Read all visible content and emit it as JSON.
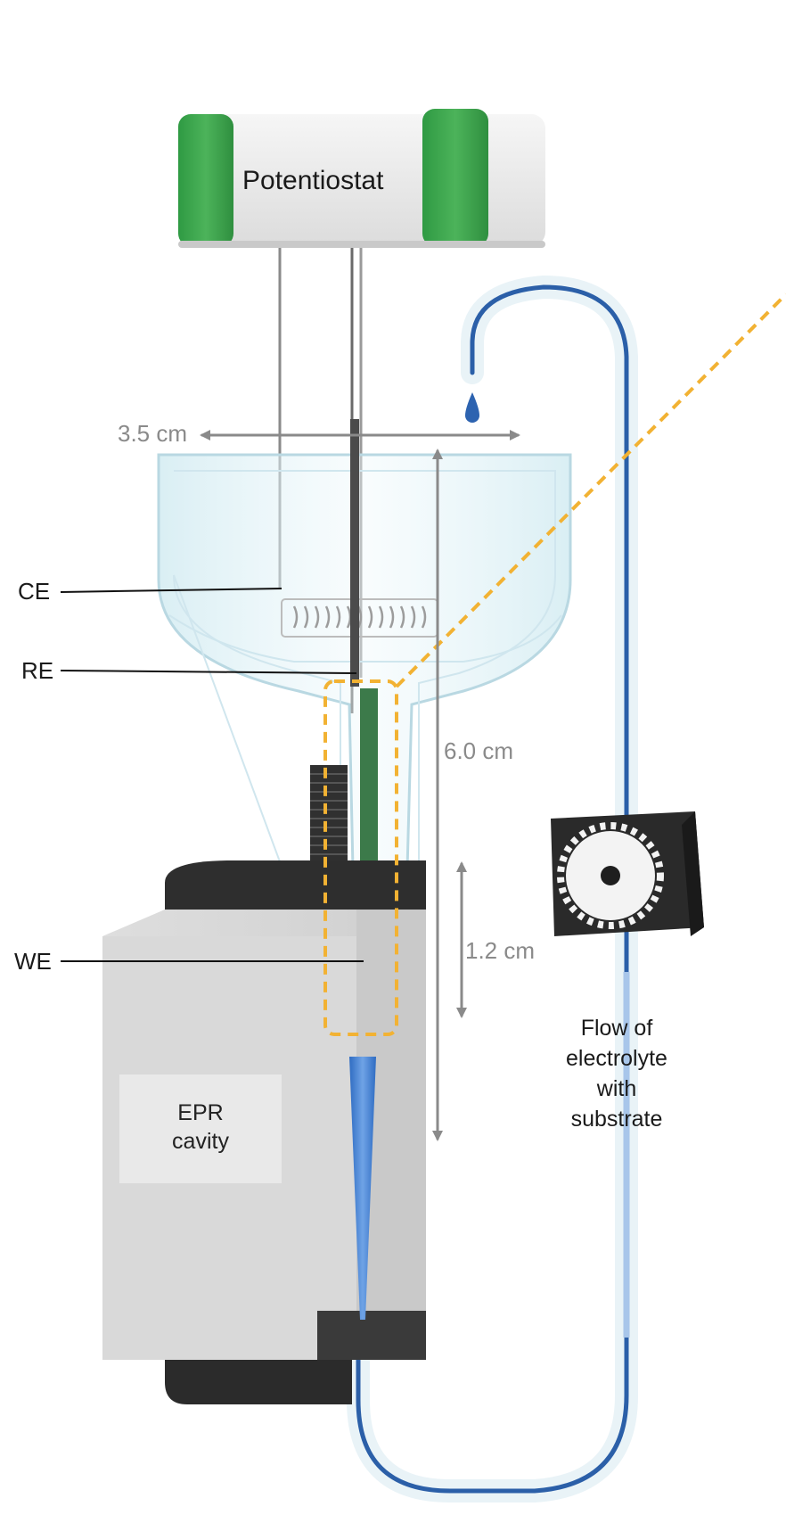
{
  "labels": {
    "potentiostat": "Potentiostat",
    "ce": "CE",
    "re": "RE",
    "we": "WE",
    "dim_width": "3.5 cm",
    "dim_height_total": "6.0 cm",
    "dim_height_active": "1.2 cm",
    "epr_line1": "EPR",
    "epr_line2": "cavity",
    "flow_line1": "Flow of",
    "flow_line2": "electrolyte",
    "flow_line3": "with",
    "flow_line4": "substrate"
  },
  "colors": {
    "potentiostat_green": "#3fa84f",
    "potentiostat_body": "#ececec",
    "tube_blue": "#2b5fa8",
    "highlight_yellow": "#f2b233",
    "electrode_green": "#3c7a4a",
    "dimension_gray": "#8a8a8a",
    "cavity_gray": "#d6d6d6",
    "cavity_dark": "#2e2e2e"
  }
}
